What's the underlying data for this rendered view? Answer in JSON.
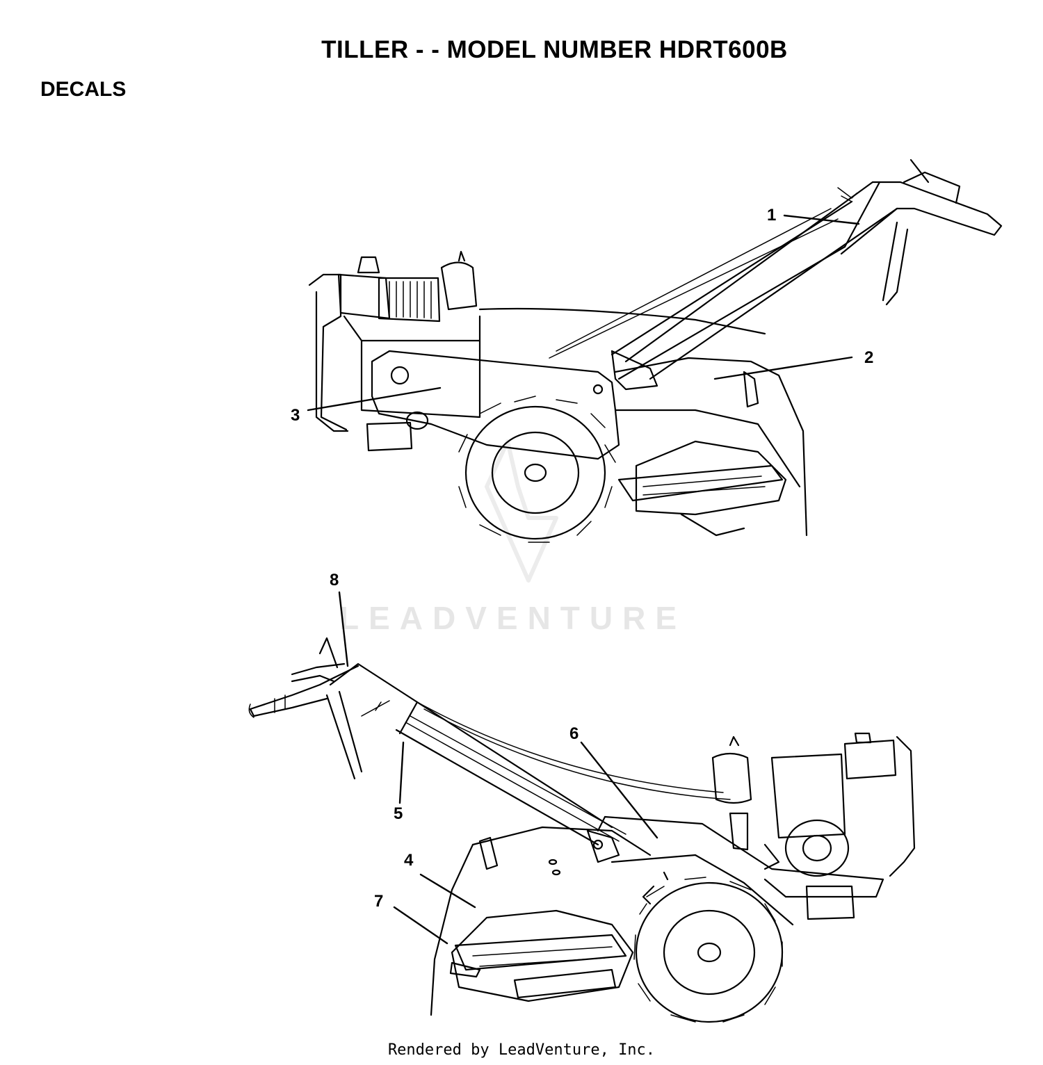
{
  "page": {
    "title": "TILLER - - MODEL NUMBER HDRT600B",
    "section": "DECALS",
    "watermark": "LEADVENTURE",
    "footer": "Rendered by LeadVenture, Inc."
  },
  "callouts": [
    "1",
    "2",
    "3",
    "4",
    "5",
    "6",
    "7",
    "8"
  ]
}
